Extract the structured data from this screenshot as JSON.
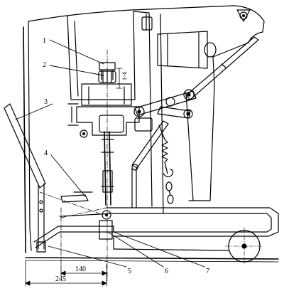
{
  "diagram": {
    "callouts": [
      "1",
      "2",
      "3",
      "4",
      "5",
      "6",
      "7"
    ],
    "dimensions": {
      "small_gap": "1~6",
      "inner": "140",
      "outer": "245"
    }
  },
  "colors": {
    "ink": "#000000",
    "paper": "#ffffff"
  }
}
